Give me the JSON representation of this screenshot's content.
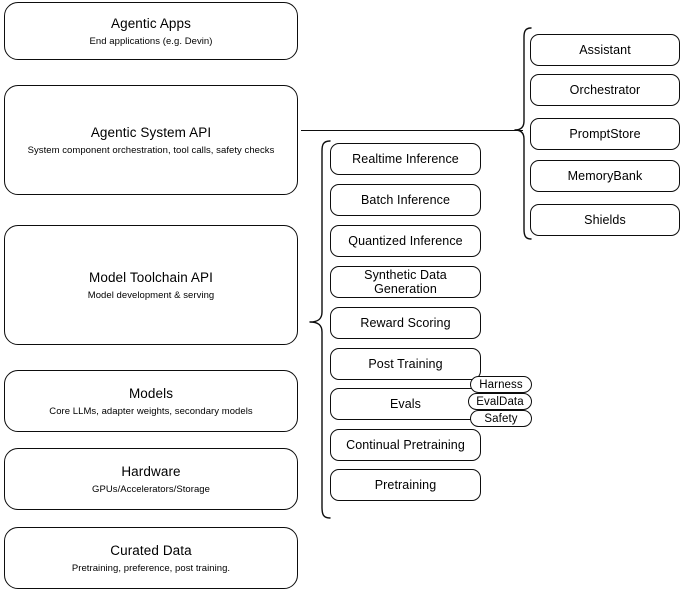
{
  "diagram": {
    "title": "Agentic AI stack layered architecture diagram",
    "stroke_color": "#0d0d0d",
    "background_color": "#ffffff"
  },
  "left_stack": {
    "name": "platform-layers",
    "layers": [
      {
        "title": "Agentic Apps",
        "subtitle": "End applications (e.g. Devin)"
      },
      {
        "title": "Agentic System API",
        "subtitle": "System component orchestration, tool calls, safety checks"
      },
      {
        "title": "Model Toolchain API",
        "subtitle": "Model development & serving"
      },
      {
        "title": "Models",
        "subtitle": "Core LLMs, adapter weights, secondary models"
      },
      {
        "title": "Hardware",
        "subtitle": "GPUs/Accelerators/Storage"
      },
      {
        "title": "Curated Data",
        "subtitle": "Pretraining, preference, post training."
      }
    ]
  },
  "agentic_system_components": {
    "name": "agentic-system-api-components",
    "items": [
      {
        "label": "Assistant"
      },
      {
        "label": "Orchestrator"
      },
      {
        "label": "PromptStore"
      },
      {
        "label": "MemoryBank"
      },
      {
        "label": "Shields"
      }
    ]
  },
  "model_toolchain_components": {
    "name": "model-toolchain-api-components",
    "items": [
      {
        "label": "Realtime Inference"
      },
      {
        "label": "Batch Inference"
      },
      {
        "label": "Quantized Inference"
      },
      {
        "label": "Synthetic Data Generation"
      },
      {
        "label": "Reward Scoring"
      },
      {
        "label": "Post Training"
      },
      {
        "label": "Evals"
      },
      {
        "label": "Continual Pretraining"
      },
      {
        "label": "Pretraining"
      }
    ]
  },
  "evals_badges": {
    "name": "evals-subcomponents",
    "items": [
      {
        "label": "Harness"
      },
      {
        "label": "EvalData"
      },
      {
        "label": "Safety"
      }
    ]
  }
}
